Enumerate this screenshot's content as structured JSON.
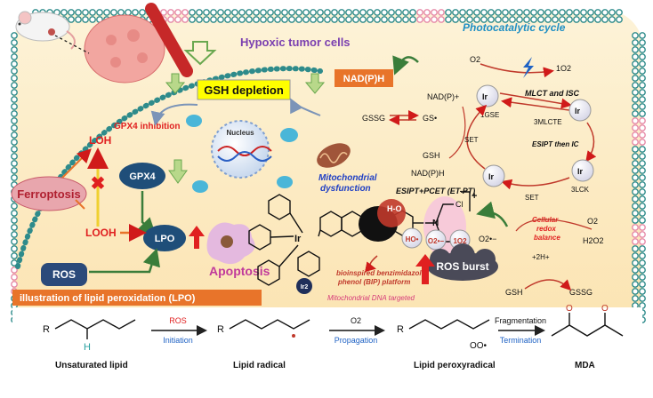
{
  "header": {
    "title": "Hypoxic tumor cells",
    "cycle_title": "Photocatalytic cycle"
  },
  "labels": {
    "gsh_depletion": "GSH depletion",
    "nadph": "NAD(P)H",
    "gpx4_inhibition": "GPX4 inhibition",
    "gpx4": "GPX4",
    "lpo": "LPO",
    "ferroptosis": "Ferroptosis",
    "ros": "ROS",
    "loh": "LOH",
    "looh": "LOOH",
    "nucleus": "Nucleus",
    "mito_dysfunction_1": "Mitochondrial",
    "mito_dysfunction_2": "dysfunction",
    "apoptosis": "Apoptosis",
    "esipt_pcet": "ESIPT+PCET (ET-PT)",
    "charge": "+",
    "bip_1": "bioinspired benzimidazole-",
    "bip_2": "phenol (BIP) platform",
    "mito_dna": "Mitochondrial DNA targeted",
    "ir2": "Ir2",
    "ir_center": "Ir",
    "ho": "H-O",
    "ros_burst": "ROS burst",
    "lpo_banner": "illustration of lipid peroxidation (LPO)"
  },
  "cycle": {
    "o2_top": "O2",
    "singlet_o2": "1O2",
    "ir3_gs": "Ir",
    "gs_label": "1GSE",
    "mlct_isc": "MLCT and ISC",
    "ir3_mlct": "Ir",
    "mlct_label": "3MLCTE",
    "esipt_ic": "ESIPT then IC",
    "ir3_lc": "Ir",
    "lc_label": "3LCK",
    "ir4": "Ir",
    "set_upper": "SET",
    "set_lower": "SET",
    "nadp_plus": "NAD(P)+",
    "gs_rad": "GS•",
    "gssg_left": "GSSG",
    "gsh_left": "GSH",
    "nadph_left": "NAD(P)H",
    "o2_right": "O2",
    "superoxide": "O2•−",
    "cellular_1": "Cellular",
    "cellular_2": "redox",
    "cellular_3": "balance",
    "h2o2": "H2O2",
    "plus_2h": "+2H+",
    "gsh_bottom": "GSH",
    "gssg_bottom": "GSSG",
    "ho_rad": "HO•",
    "o2_rad": "O2•−",
    "o2_singlet_ball": "1O2"
  },
  "lipid": {
    "unsaturated": "Unsaturated lipid",
    "radical": "Lipid radical",
    "peroxyradical": "Lipid peroxyradical",
    "mda": "MDA",
    "step1_top": "ROS",
    "step1_bot": "Initiation",
    "step2_top": "O2",
    "step2_bot": "Propagation",
    "step3_top": "Fragmentation",
    "step3_bot": "Termination",
    "r": "R",
    "h": "H",
    "oo": "OO•",
    "o": "O"
  },
  "colors": {
    "membrane": "#2e8b8b",
    "membrane_pink": "#e68aa8",
    "cell_fill": "#fde9c0",
    "ros_box": "#2b4a7a",
    "accent_red": "#e02020",
    "green_arrow": "#6aa84f",
    "blue_text": "#1f62c4",
    "purple_text": "#7a3fb0"
  }
}
